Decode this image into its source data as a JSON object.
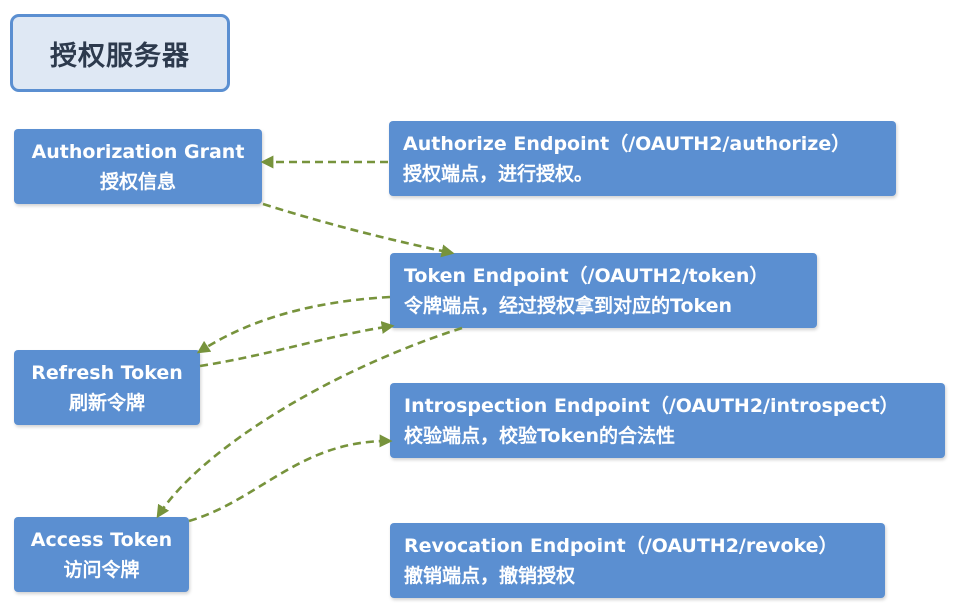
{
  "title": "授权服务器",
  "nodes": {
    "authorization_grant": {
      "line1": "Authorization Grant",
      "line2": "授权信息"
    },
    "refresh_token": {
      "line1": "Refresh Token",
      "line2": "刷新令牌"
    },
    "access_token": {
      "line1": "Access Token",
      "line2": "访问令牌"
    },
    "authorize_endpoint": {
      "line1": "Authorize Endpoint（/OAUTH2/authorize）",
      "line2": "授权端点，进行授权。"
    },
    "token_endpoint": {
      "line1": "Token Endpoint（/OAUTH2/token）",
      "line2": "令牌端点，经过授权拿到对应的Token"
    },
    "introspection_endpoint": {
      "line1": "Introspection Endpoint（/OAUTH2/introspect）",
      "line2": "校验端点，校验Token的合法性"
    },
    "revocation_endpoint": {
      "line1": "Revocation Endpoint（/OAUTH2/revoke）",
      "line2": "撤销端点，撤销授权"
    }
  },
  "colors": {
    "box_fill": "#5b8fd1",
    "title_fill": "#dfe8f4",
    "title_border": "#5b8fd1",
    "arrow": "#77933c"
  }
}
